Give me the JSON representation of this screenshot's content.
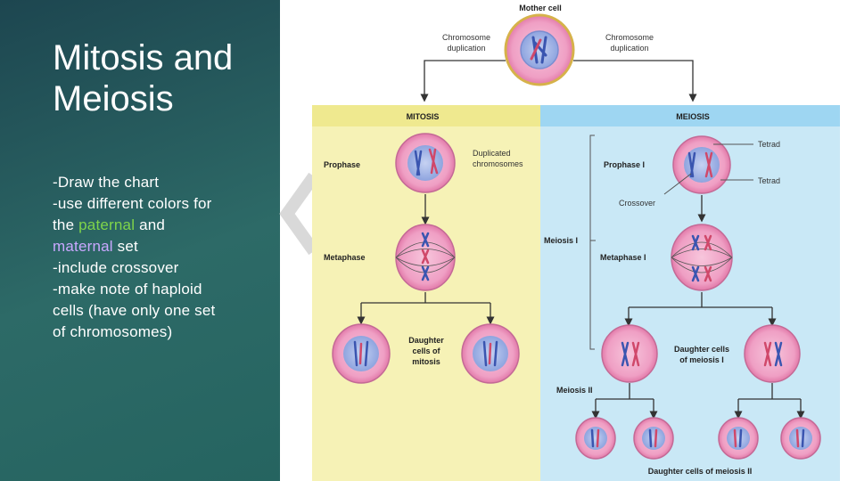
{
  "slide": {
    "title_line1": "Mitosis and",
    "title_line2": "Meiosis",
    "lines": [
      "-Draw the chart",
      "-use different colors for",
      "-include crossover",
      "-make note of haploid",
      "cells (have only one set",
      "of chromosomes)"
    ],
    "line3_pre": "the ",
    "paternal": "paternal",
    "line3_post": " and",
    "maternal": "maternal",
    "line4_post": " set"
  },
  "diagram": {
    "mother_cell": "Mother cell",
    "dup_left_1": "Chromosome",
    "dup_left_2": "duplication",
    "dup_right_1": "Chromosome",
    "dup_right_2": "duplication",
    "mitosis_header": "MITOSIS",
    "meiosis_header": "MEIOSIS",
    "prophase": "Prophase",
    "duplicated_1": "Duplicated",
    "duplicated_2": "chromosomes",
    "metaphase": "Metaphase",
    "daughter_mitosis_1": "Daughter",
    "daughter_mitosis_2": "cells of",
    "daughter_mitosis_3": "mitosis",
    "prophase_i": "Prophase I",
    "tetrad_1": "Tetrad",
    "tetrad_2": "Tetrad",
    "crossover": "Crossover",
    "meiosis_i": "Meiosis I",
    "metaphase_i": "Metaphase I",
    "daughter_meiosis_i_1": "Daughter cells",
    "daughter_meiosis_i_2": "of meiosis I",
    "meiosis_ii": "Meiosis II",
    "daughter_meiosis_ii": "Daughter cells of meiosis II"
  },
  "colors": {
    "mitosis_panel": "#f6f2b6",
    "meiosis_panel": "#c9e8f6",
    "mitosis_header": "#efe98f",
    "meiosis_header": "#9ed6f2",
    "cell_fill": "#f3a9cc",
    "nucleus_fill": "#9fb3e6",
    "paternal": "#3a55b0",
    "maternal": "#d0486a"
  }
}
